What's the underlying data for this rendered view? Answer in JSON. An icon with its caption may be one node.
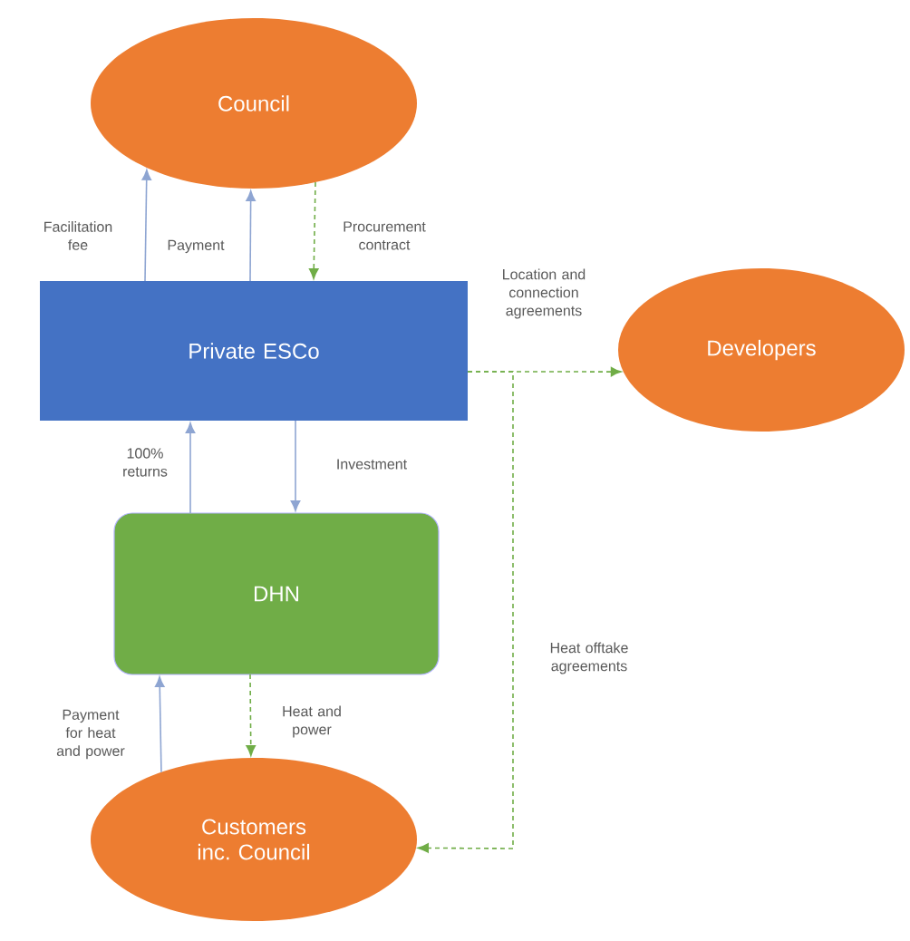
{
  "diagram": {
    "nodes": [
      {
        "text": [
          "Council"
        ]
      },
      {
        "text": [
          "Private ESCo"
        ]
      },
      {
        "text": [
          "Developers"
        ]
      },
      {
        "text": [
          "DHN"
        ]
      },
      {
        "text": [
          "Customers inc. Council"
        ]
      }
    ],
    "edges": [
      {
        "from": 1,
        "to": 0,
        "arrow": "to",
        "label": "Facilitation fee"
      },
      {
        "from": 1,
        "to": 0,
        "arrow": "to",
        "label": "Payment"
      },
      {
        "from": 0,
        "to": 1,
        "arrow": "to",
        "label": "Procurement contract",
        "style": "dashed",
        "color": "#70ad47"
      },
      {
        "from": 1,
        "to": 2,
        "arrow": "to",
        "label": "Location and connection agreements",
        "style": "dashed",
        "color": "#70ad47"
      },
      {
        "from": 1,
        "to": 4,
        "arrow": "to",
        "label": "Heat offtake agreements",
        "style": "dashed",
        "color": "#70ad47"
      },
      {
        "from": 3,
        "to": 1,
        "arrow": "to",
        "label": "100% returns"
      },
      {
        "from": 1,
        "to": 3,
        "arrow": "to",
        "label": "Investment"
      },
      {
        "from": 4,
        "to": 3,
        "arrow": "to",
        "label": "Payment for heat and power"
      },
      {
        "from": 3,
        "to": 4,
        "arrow": "to",
        "label": "Heat and power",
        "style": "dashed",
        "color": "#70ad47"
      }
    ]
  }
}
